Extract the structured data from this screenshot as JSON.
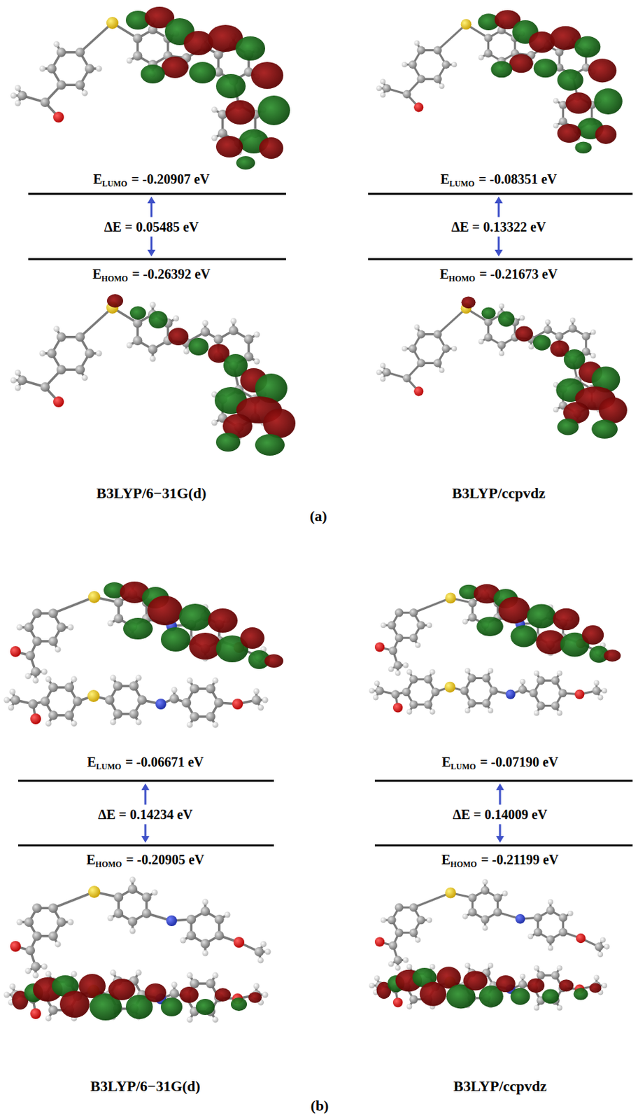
{
  "diagram": {
    "labels": [
      "E",
      "LUMO",
      "= -0.20907 eV",
      "ΔE = 0.05485 eV",
      "E",
      "HOMO",
      "= -0.26392 eV",
      "B3LYP/6−31G(d)",
      "E",
      "LUMO",
      "= -0.08351 eV",
      "ΔE = 0.13322 eV",
      "E",
      "HOMO",
      "= -0.21673 eV",
      "B3LYP/ccpvdz",
      "(a)",
      "E",
      "LUMO",
      "= -0.06671 eV",
      "ΔE = 0.14234 eV",
      "E",
      "HOMO",
      "= -0.20905 eV",
      "B3LYP/6−31G(d)",
      "E",
      "LUMO",
      "= -0.07190 eV",
      "ΔE = 0.14009 eV",
      "E",
      "HOMO",
      "= -0.21199 eV",
      "B3LYP/ccpvdz",
      "(b)"
    ]
  }
}
